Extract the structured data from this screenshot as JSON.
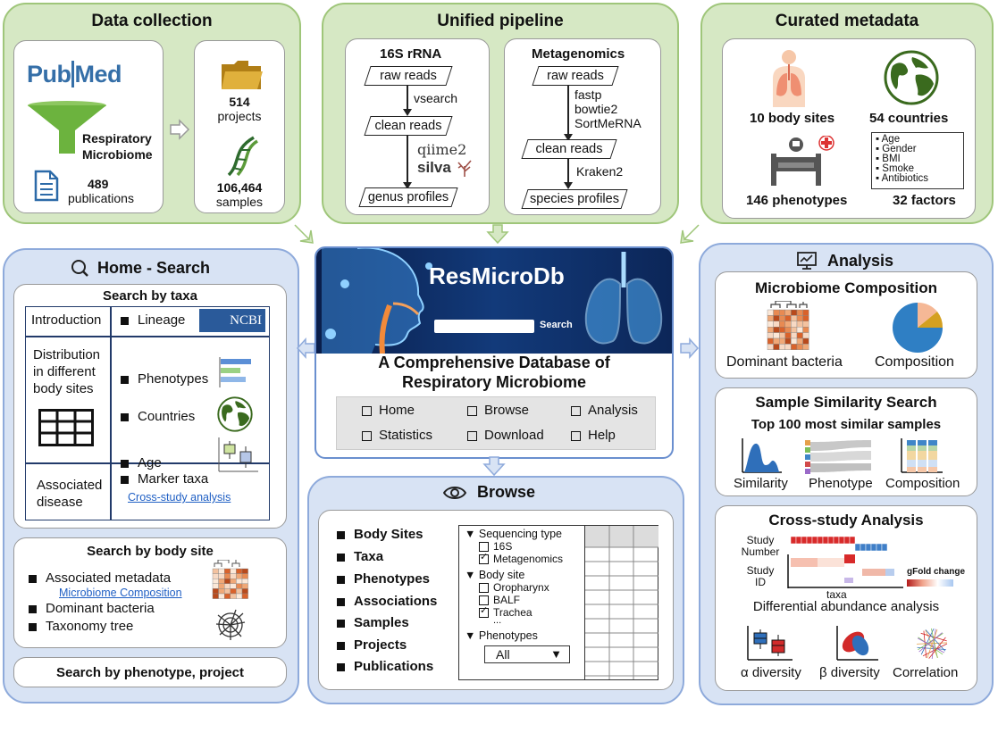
{
  "data_collection": {
    "title": "Data collection",
    "pubmed_pub": "Pub",
    "pubmed_med": "Med",
    "funnel_label": "Respiratory Microbiome",
    "publications_count": "489",
    "publications_label": "publications",
    "projects_count": "514",
    "projects_label": "projects",
    "samples_count": "106,464",
    "samples_label": "samples"
  },
  "pipeline": {
    "title": "Unified pipeline",
    "rrna": {
      "title": "16S rRNA",
      "step1": "raw reads",
      "tool1": "vsearch",
      "step2": "clean reads",
      "qiime": "qiime2",
      "silva": "silva",
      "step3": "genus profiles"
    },
    "meta": {
      "title": "Metagenomics",
      "step1": "raw reads",
      "tool1": "fastp",
      "tool2": "bowtie2",
      "tool3": "SortMeRNA",
      "step2": "clean reads",
      "tool4": "Kraken2",
      "step3": "species profiles"
    }
  },
  "metadata": {
    "title": "Curated metadata",
    "body_sites": "10 body sites",
    "countries": "54 countries",
    "phenotypes": "146 phenotypes",
    "factors_list": [
      "Age",
      "Gender",
      "BMI",
      "Smoke",
      "Antibiotics"
    ],
    "factors": "32 factors"
  },
  "home": {
    "title": "Home - Search",
    "taxa": {
      "title": "Search by taxa",
      "intro": "Introduction",
      "distribution": "Distribution in different body sites",
      "associated": "Associated disease",
      "lineage": "Lineage",
      "ncbi": "NCBI",
      "phenotypes": "Phenotypes",
      "countries": "Countries",
      "age": "Age",
      "marker": "Marker taxa",
      "cross_link": "Cross-study analysis"
    },
    "body": {
      "title": "Search by body site",
      "item1": "Associated metadata",
      "link": "Microbiome Composition",
      "item2": "Dominant bacteria",
      "item3": "Taxonomy tree"
    },
    "phenotype_project": "Search by phenotype, project"
  },
  "center": {
    "logo": "ResMicroDb",
    "search_btn": "Search",
    "tagline1": "A Comprehensive Database of",
    "tagline2": "Respiratory Microbiome",
    "nav": [
      "Home",
      "Browse",
      "Analysis",
      "Statistics",
      "Download",
      "Help"
    ]
  },
  "browse": {
    "title": "Browse",
    "items": [
      "Body Sites",
      "Taxa",
      "Phenotypes",
      "Associations",
      "Samples",
      "Projects",
      "Publications"
    ],
    "filter": {
      "seq_type": "Sequencing type",
      "seq_opts": [
        "16S",
        "Metagenomics"
      ],
      "body_site": "Body site",
      "body_opts": [
        "Oropharynx",
        "BALF",
        "Trachea",
        "..."
      ],
      "phenotypes": "Phenotypes",
      "select_value": "All"
    }
  },
  "analysis": {
    "title": "Analysis",
    "comp": {
      "title": "Microbiome Composition",
      "dominant": "Dominant bacteria",
      "composition": "Composition"
    },
    "sim": {
      "title": "Sample Similarity Search",
      "subtitle": "Top 100 most similar samples",
      "similarity": "Similarity",
      "phenotype": "Phenotype",
      "composition": "Composition"
    },
    "cross": {
      "title": "Cross-study Analysis",
      "study_number": "Study Number",
      "study_id": "Study ID",
      "taxa": "taxa",
      "gfold": "gFold change",
      "diff": "Differential abundance analysis",
      "alpha": "α diversity",
      "beta": "β diversity",
      "corr": "Correlation"
    }
  },
  "colors": {
    "green_panel": "#d6e8c4",
    "blue_panel": "#d8e3f4",
    "pubmed_blue": "#356fa8",
    "funnel_green": "#6cb33e",
    "folder": "#c99a28",
    "dna": "#2e6b2e",
    "globe": "#3a6a1e",
    "link": "#1f5fc4"
  }
}
